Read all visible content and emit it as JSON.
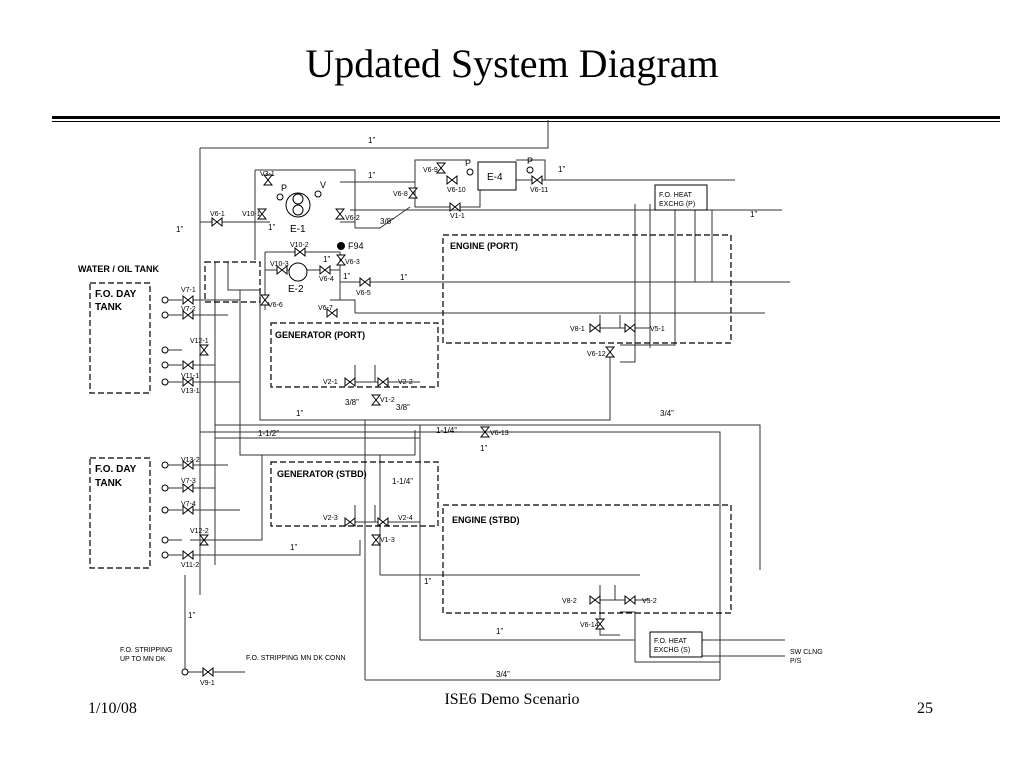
{
  "slide": {
    "title": "Updated System Diagram",
    "footer_left": "1/10/08",
    "footer_center": "ISE6 Demo Scenario",
    "footer_right": "25"
  },
  "diagram": {
    "blocks": {
      "water_oil_tank": "WATER / OIL TANK",
      "fo_day_tank_1a": "F.O. DAY",
      "fo_day_tank_1b": "TANK",
      "fo_day_tank_2a": "F.O. DAY",
      "fo_day_tank_2b": "TANK",
      "engine_port": "ENGINE (PORT)",
      "engine_stbd": "ENGINE (STBD)",
      "generator_port": "GENERATOR (PORT)",
      "generator_stbd": "GENERATOR (STBD)",
      "e1": "E-1",
      "e2": "E-2",
      "e4": "E-4",
      "fo_heat_p_a": "F.O. HEAT",
      "fo_heat_p_b": "EXCHG (P)",
      "fo_heat_s_a": "F.O. HEAT",
      "fo_heat_s_b": "EXCHG (S)",
      "f94": "F94",
      "p1": "P",
      "v1": "V",
      "p2": "P",
      "p3": "P"
    },
    "valves": {
      "v3_1": "V3-1",
      "v10_1": "V10-1",
      "v6_1": "V6-1",
      "v6_2": "V6-2",
      "v6_9": "V6-9",
      "v6_10": "V6-10",
      "v6_8": "V6-8",
      "v6_11": "V6-11",
      "v1_1": "V1-1",
      "v10_2": "V10-2",
      "v10_3": "V10-3",
      "v6_3": "V6-3",
      "v6_4": "V6-4",
      "v6_5": "V6-5",
      "v6_6": "V6-6",
      "v6_7": "V6-7",
      "v7_1": "V7-1",
      "v7_2": "V7-2",
      "v12_1": "V12-1",
      "v11_1": "V11-1",
      "v13_1": "V13-1",
      "v13_2": "V13-2",
      "v7_3": "V7-3",
      "v7_4": "V7-4",
      "v12_2": "V12-2",
      "v11_2": "V11-2",
      "v8_1": "V8-1",
      "v5_1": "V5-1",
      "v6_12": "V6-12",
      "v2_1": "V2-1",
      "v2_2": "V2-2",
      "v1_2": "V1-2",
      "v6_13": "V6-13",
      "v2_3": "V2-3",
      "v2_4": "V2-4",
      "v1_3": "V1-3",
      "v8_2": "V8-2",
      "v5_2": "V5-2",
      "v6_14": "V6-14",
      "v9_1": "V9-1"
    },
    "sizes": {
      "s_top": "1”",
      "s_e4a": "1”",
      "s_e4b": "1”",
      "s_38a": "3/8”",
      "s_right1": "1”",
      "s_left1": "1”",
      "s_v10": "1”",
      "s_v64": "1”",
      "s_v65": "1”",
      "s_port1": "1”",
      "s_port2": "1”",
      "s_38b": "3/8”",
      "s_38c": "3/8”",
      "s_34a": "3/4”",
      "s_112": "1-1/2”",
      "s_114a": "1-1/4”",
      "s_1b": "1”",
      "s_114b": "1-1/4”",
      "s_stbd1": "1”",
      "s_stbd2": "1”",
      "s_stbd3": "1”",
      "s_34b": "3/4”",
      "s_strip": "1”"
    },
    "notes": {
      "strip1a": "F.O. STRIPPING",
      "strip1b": "UP TO MN DK",
      "strip2": "F.O. STRIPPING MN DK CONN",
      "swa": "SW CLNG",
      "swb": "P/S"
    }
  }
}
